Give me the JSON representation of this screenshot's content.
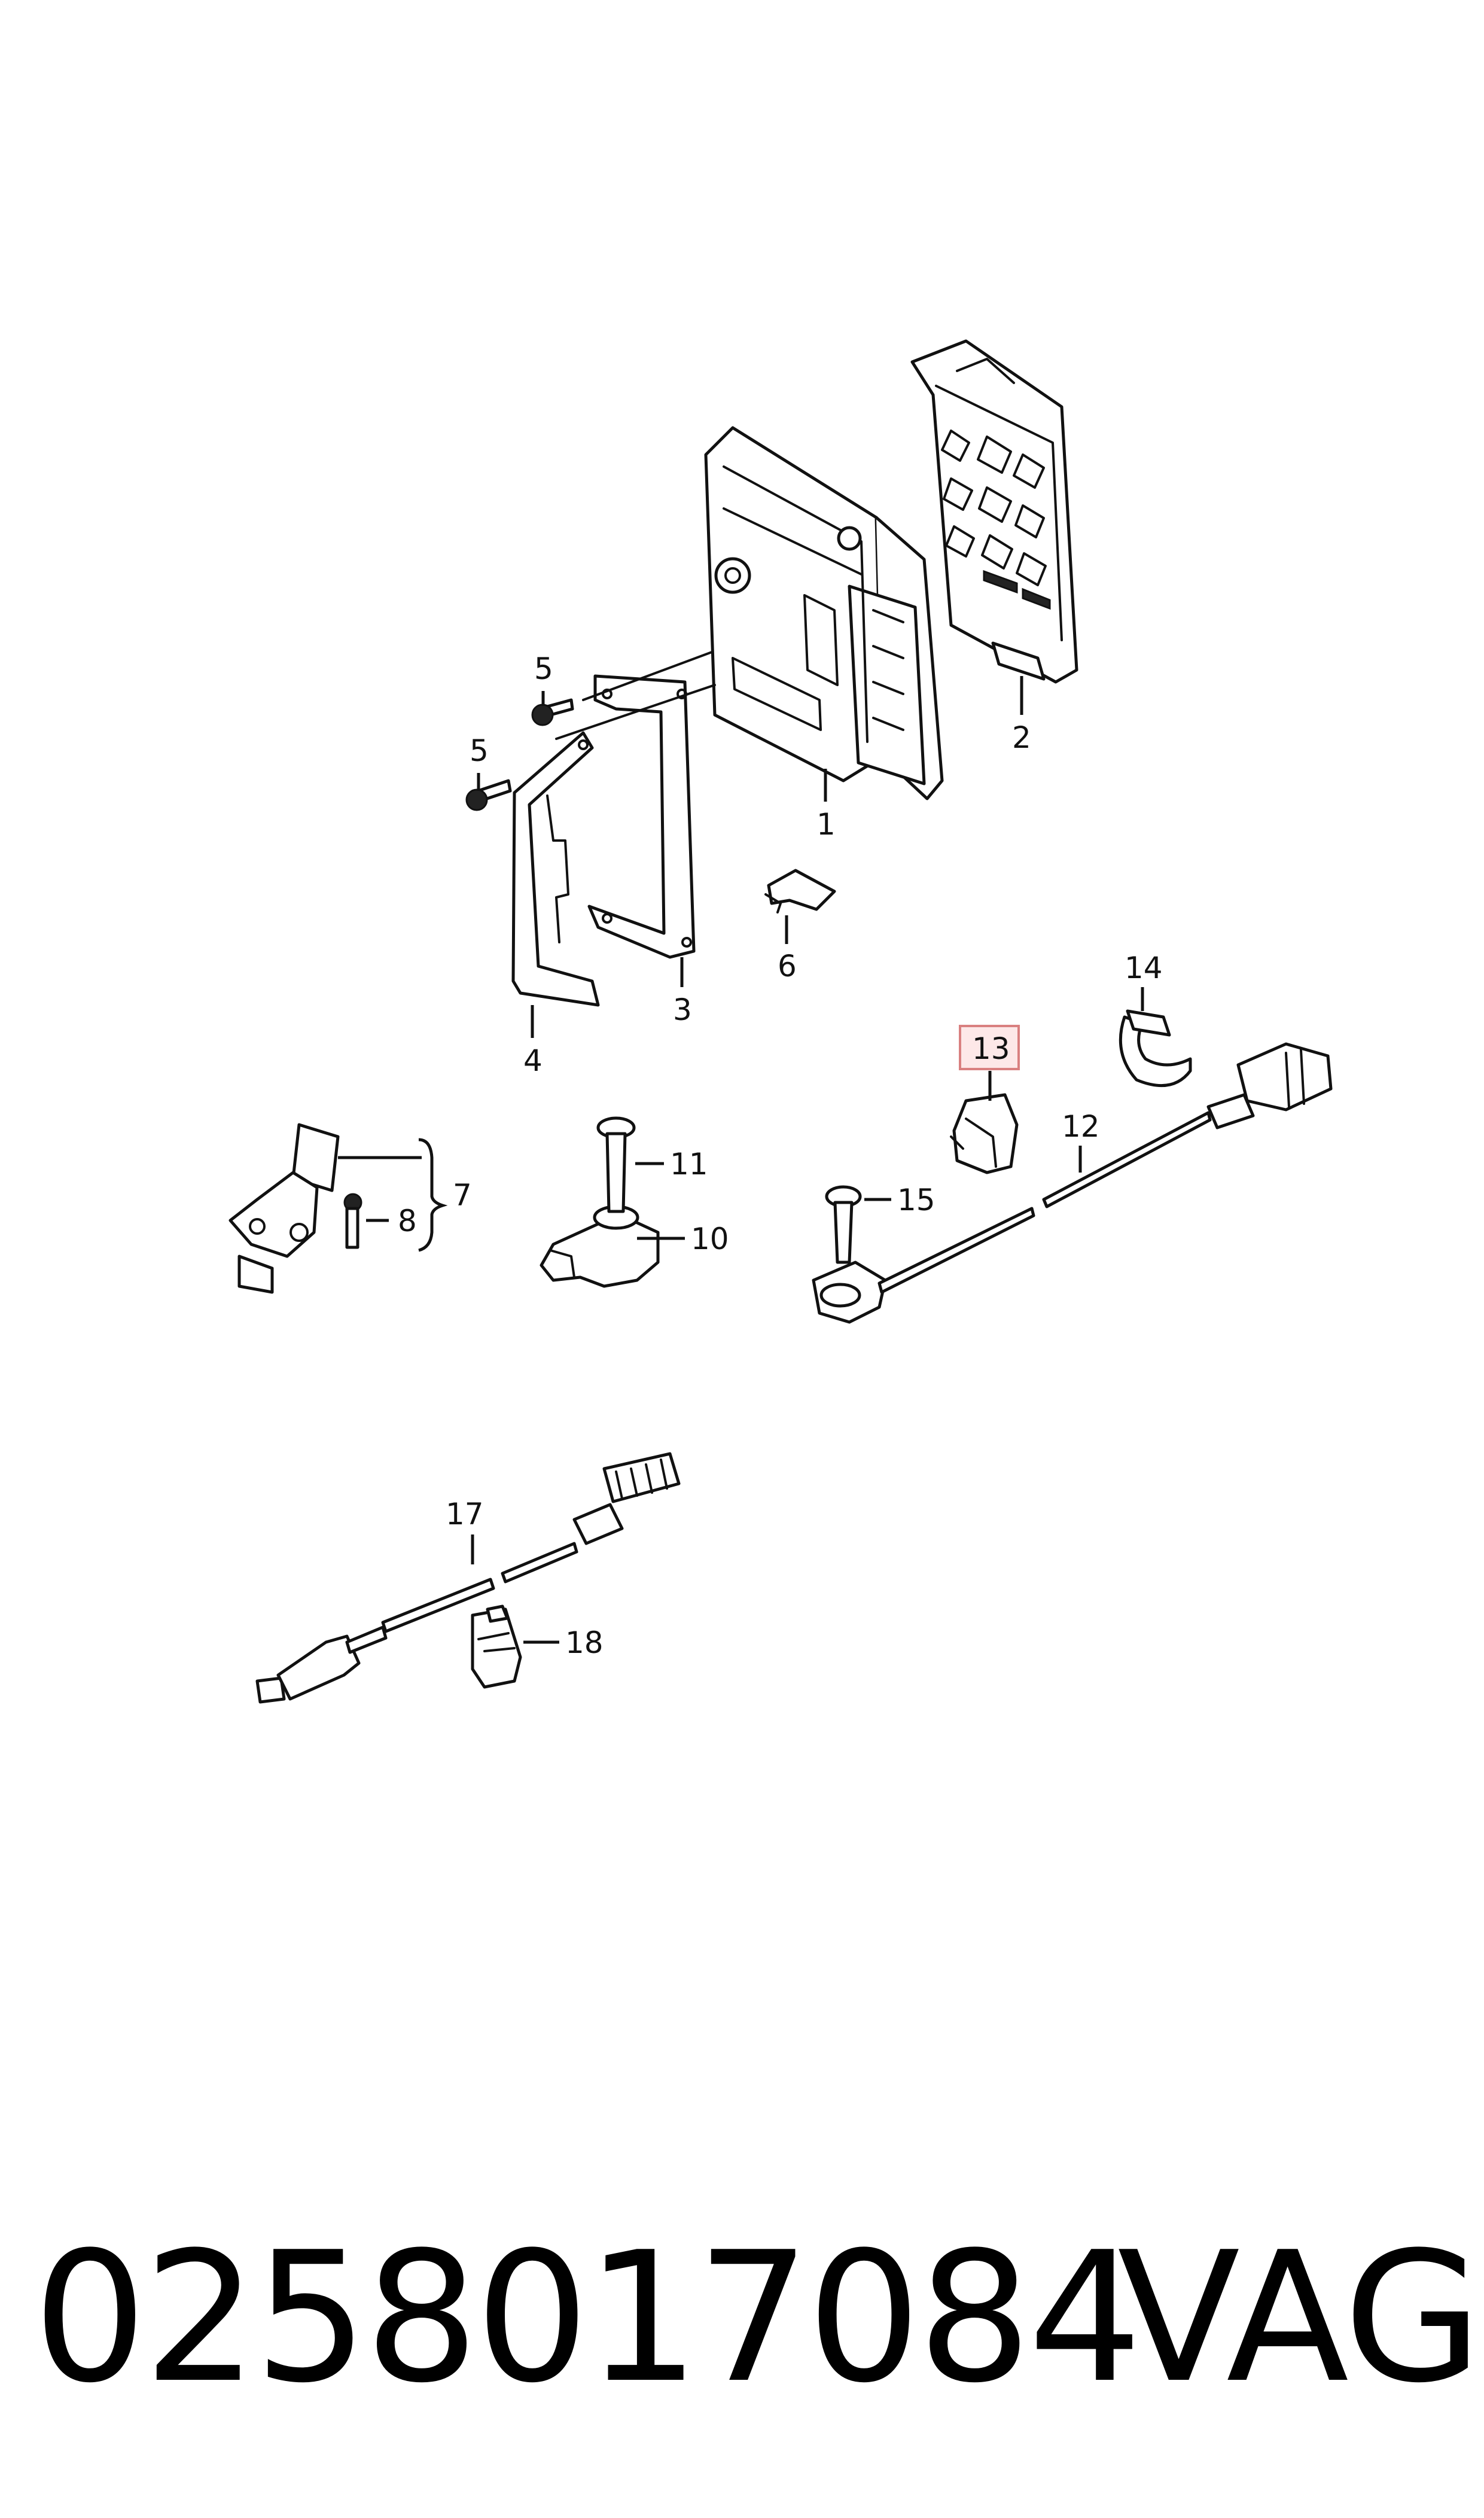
{
  "diagram": {
    "callouts": {
      "c1": "1",
      "c2": "2",
      "c3": "3",
      "c4": "4",
      "c5a": "5",
      "c5b": "5",
      "c6": "6",
      "c7": "7",
      "c8": "8",
      "c10": "10",
      "c11": "11",
      "c12": "12",
      "c13": "13",
      "c14": "14",
      "c15": "15",
      "c17": "17",
      "c18": "18"
    },
    "highlight_callout": "13",
    "highlight_color": "#d98080"
  },
  "footer": {
    "part_number": "0258017084",
    "brand": "VAG"
  }
}
